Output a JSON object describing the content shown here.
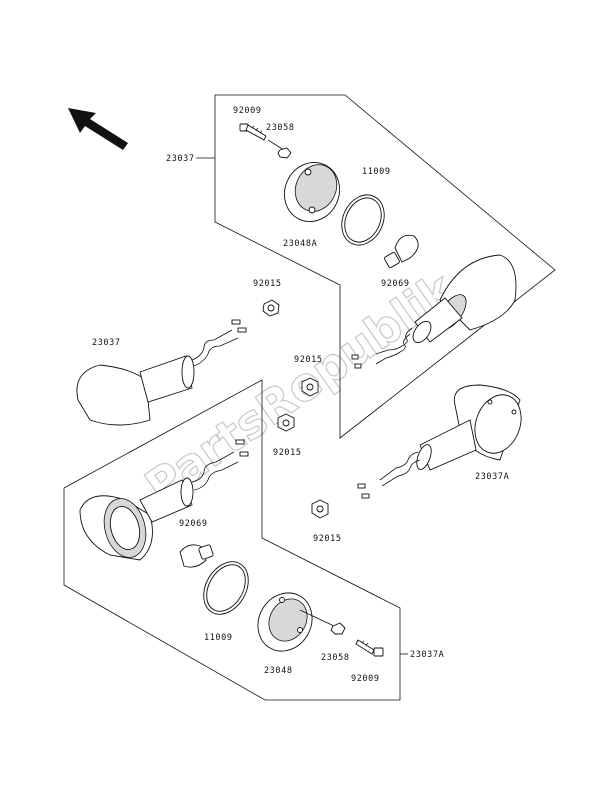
{
  "watermark": "PartsRepublik",
  "labels": {
    "p92009_top": "92009",
    "p23058_top": "23058",
    "p23037_top": "23037",
    "p11009_top": "11009",
    "p23048A": "23048A",
    "p92069_top": "92069",
    "p92015_a": "92015",
    "p23037_left": "23037",
    "p92015_b": "92015",
    "p92015_c": "92015",
    "p23037A_mid": "23037A",
    "p92015_d": "92015",
    "p92069_bot": "92069",
    "p11009_bot": "11009",
    "p23048": "23048",
    "p23058_bot": "23058",
    "p23037A_bot": "23037A",
    "p92009_bot": "92009"
  },
  "icons": {
    "direction_arrow": "arrow-up-left-icon"
  },
  "colors": {
    "line": "#111111",
    "watermark": "#c8c8c8"
  }
}
